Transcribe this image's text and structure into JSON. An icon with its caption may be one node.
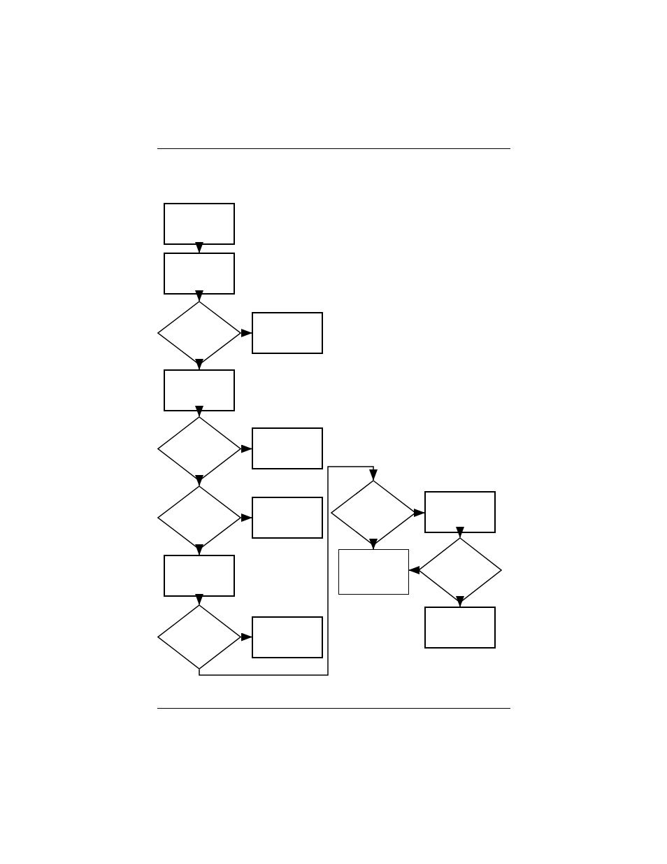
{
  "diagram": {
    "nodes": [
      {
        "text": [],
        "shape": "box"
      },
      {
        "text": [],
        "shape": "box"
      },
      {
        "text": [],
        "shape": "diamond"
      },
      {
        "text": [],
        "shape": "box"
      },
      {
        "text": [],
        "shape": "box"
      },
      {
        "text": [],
        "shape": "diamond"
      },
      {
        "text": [],
        "shape": "box"
      },
      {
        "text": [],
        "shape": "diamond"
      },
      {
        "text": [],
        "shape": "box"
      },
      {
        "text": [],
        "shape": "diamond"
      },
      {
        "text": [],
        "shape": "box"
      },
      {
        "text": [],
        "shape": "diamond"
      },
      {
        "text": [],
        "shape": "box"
      },
      {
        "text": [],
        "shape": "box"
      },
      {
        "text": [],
        "shape": "diamond"
      },
      {
        "text": [],
        "shape": "box"
      },
      {
        "text": [],
        "shape": "box"
      }
    ],
    "edges": [
      {
        "from": 0,
        "to": 1,
        "arrow": "to"
      },
      {
        "from": 1,
        "to": 2,
        "arrow": "to"
      },
      {
        "from": 2,
        "to": 3,
        "arrow": "to"
      },
      {
        "from": 2,
        "to": 4,
        "arrow": "to"
      },
      {
        "from": 4,
        "to": 5,
        "arrow": "to"
      },
      {
        "from": 5,
        "to": 6,
        "arrow": "to"
      },
      {
        "from": 5,
        "to": 7,
        "arrow": "to"
      },
      {
        "from": 7,
        "to": 8,
        "arrow": "to"
      },
      {
        "from": 7,
        "to": 13,
        "arrow": "to"
      },
      {
        "from": 13,
        "to": 14,
        "arrow": "to"
      },
      {
        "from": 14,
        "to": 15,
        "arrow": "to"
      },
      {
        "from": 14,
        "to": 9,
        "arrow": "to"
      },
      {
        "from": 9,
        "to": 10,
        "arrow": "to"
      },
      {
        "from": 9,
        "to": 12,
        "arrow": "to"
      },
      {
        "from": 10,
        "to": 11,
        "arrow": "to"
      },
      {
        "from": 11,
        "to": 12,
        "arrow": "to"
      },
      {
        "from": 11,
        "to": 16,
        "arrow": "to"
      }
    ]
  }
}
